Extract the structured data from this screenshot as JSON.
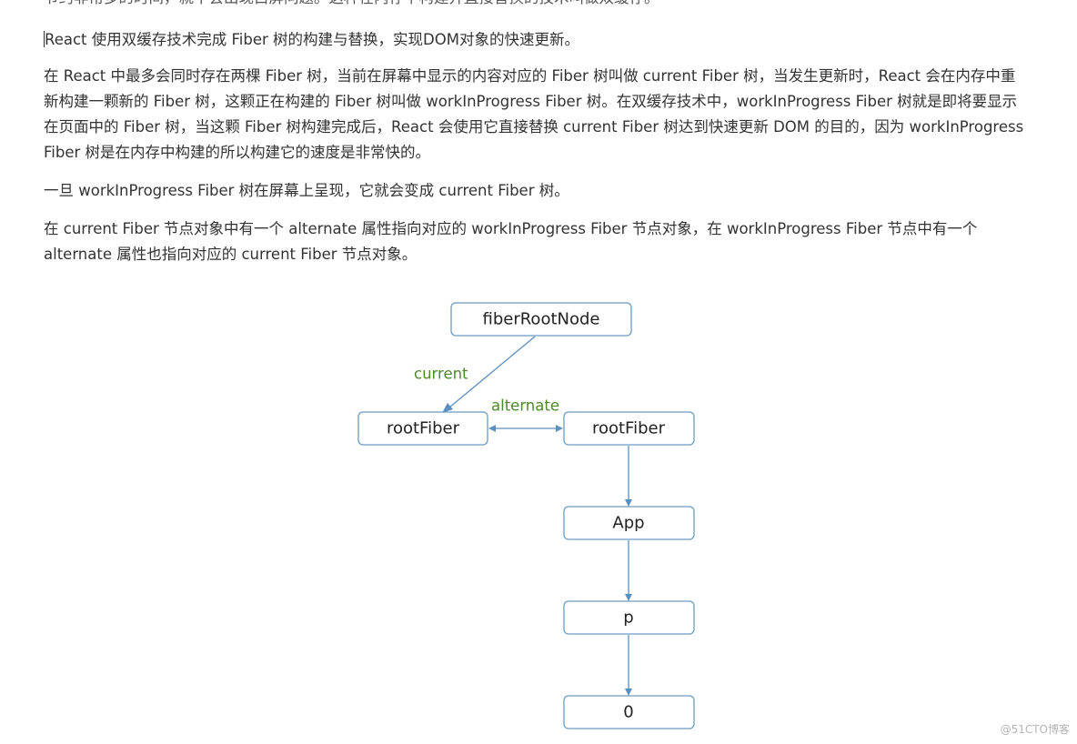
{
  "document": {
    "truncated_top_line": "节约非常多的时间，就不会出现白屏问题。这种在内存中构建并直接替换的技术叫做双缓存。",
    "paragraphs": [
      "React 使用双缓存技术完成 Fiber 树的构建与替换，实现DOM对象的快速更新。",
      "在 React 中最多会同时存在两棵 Fiber 树，当前在屏幕中显示的内容对应的 Fiber 树叫做 current Fiber 树，当发生更新时，React 会在内存中重新构建一颗新的 Fiber 树，这颗正在构建的 Fiber 树叫做 workInProgress Fiber 树。在双缓存技术中，workInProgress Fiber 树就是即将要显示在页面中的 Fiber 树，当这颗 Fiber 树构建完成后，React 会使用它直接替换 current Fiber 树达到快速更新 DOM 的目的，因为 workInProgress Fiber 树是在内存中构建的所以构建它的速度是非常快的。",
      "一旦 workInProgress Fiber 树在屏幕上呈现，它就会变成 current Fiber 树。",
      "在 current Fiber 节点对象中有一个 alternate 属性指向对应的 workInProgress Fiber 节点对象，在 workInProgress Fiber 节点中有一个 alternate 属性也指向对应的 current Fiber 节点对象。"
    ]
  },
  "diagram": {
    "nodes": {
      "root_node": "fiberRootNode",
      "current_root": "rootFiber",
      "wip_root": "rootFiber",
      "app": "App",
      "p": "p",
      "zero": "0"
    },
    "edge_labels": {
      "current": "current",
      "alternate": "alternate"
    }
  },
  "watermark": "@51CTO博客",
  "colors": {
    "node_border": "#6b9bc3",
    "edge": "#5b8fc0",
    "edge_label": "#4e8a2c",
    "text": "#333333"
  }
}
